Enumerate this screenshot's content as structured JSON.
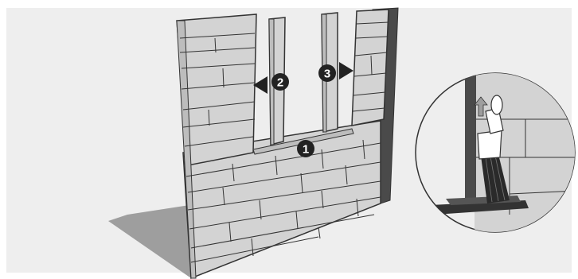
{
  "steps": [
    {
      "label": "1"
    },
    {
      "label": "2"
    },
    {
      "label": "3"
    }
  ],
  "colors": {
    "background": "#eeeeee",
    "block_face": "#d3d3d3",
    "block_edge": "#bdbdbd",
    "outline": "#333333",
    "shadow": "#9e9e9e",
    "dark_side": "#4a4a4a",
    "badge": "#222222"
  },
  "icons": [
    "arrow-left-icon",
    "arrow-right-icon",
    "brush-icon",
    "arrow-up-icon"
  ]
}
